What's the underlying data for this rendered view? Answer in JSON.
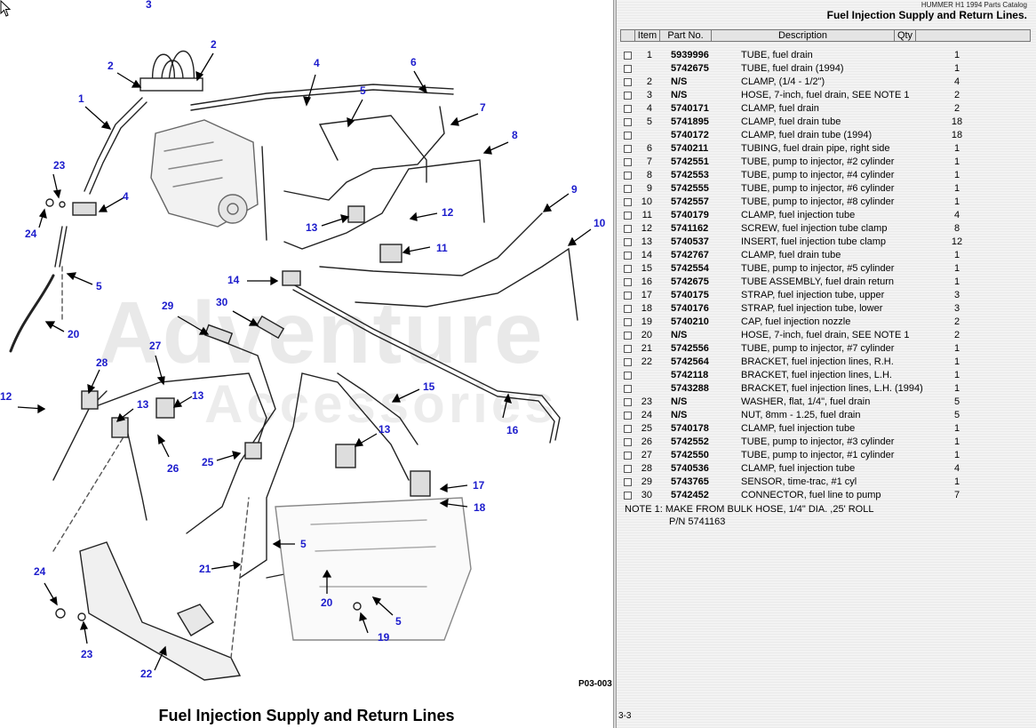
{
  "catalog": {
    "name": "HUMMER H1 1994 Parts Catalog",
    "section_title": "Fuel Injection Supply and Return Lines."
  },
  "figure": {
    "title": "Fuel Injection Supply and Return Lines",
    "code": "P03-003",
    "watermark_line1": "Adventure",
    "watermark_line2": "Accessories",
    "callouts": [
      "3",
      "2",
      "2",
      "4",
      "6",
      "1",
      "5",
      "7",
      "8",
      "23",
      "4",
      "24",
      "13",
      "12",
      "11",
      "9",
      "10",
      "5",
      "14",
      "20",
      "29",
      "30",
      "27",
      "28",
      "15",
      "12",
      "13",
      "13",
      "16",
      "26",
      "25",
      "13",
      "17",
      "18",
      "5",
      "21",
      "20",
      "24",
      "5",
      "23",
      "19",
      "22"
    ]
  },
  "table": {
    "columns": {
      "item": "Item",
      "part": "Part No.",
      "desc": "Description",
      "qty": "Qty"
    },
    "rows": [
      {
        "item": "1",
        "part": "5939996",
        "desc": "TUBE, fuel drain",
        "qty": "1"
      },
      {
        "item": "",
        "part": "5742675",
        "desc": "TUBE, fuel drain (1994)",
        "qty": "1"
      },
      {
        "item": "2",
        "part": "N/S",
        "desc": "CLAMP, (1/4 - 1/2\")",
        "qty": "4"
      },
      {
        "item": "3",
        "part": "N/S",
        "desc": "HOSE, 7-inch, fuel drain, SEE NOTE 1",
        "qty": "2"
      },
      {
        "item": "4",
        "part": "5740171",
        "desc": "CLAMP, fuel drain",
        "qty": "2"
      },
      {
        "item": "5",
        "part": "5741895",
        "desc": "CLAMP, fuel drain tube",
        "qty": "18"
      },
      {
        "item": "",
        "part": "5740172",
        "desc": "CLAMP, fuel drain tube (1994)",
        "qty": "18"
      },
      {
        "item": "6",
        "part": "5740211",
        "desc": "TUBING, fuel drain pipe, right side",
        "qty": "1"
      },
      {
        "item": "7",
        "part": "5742551",
        "desc": "TUBE, pump to injector, #2 cylinder",
        "qty": "1"
      },
      {
        "item": "8",
        "part": "5742553",
        "desc": "TUBE, pump to injector, #4 cylinder",
        "qty": "1"
      },
      {
        "item": "9",
        "part": "5742555",
        "desc": "TUBE, pump to injector, #6 cylinder",
        "qty": "1"
      },
      {
        "item": "10",
        "part": "5742557",
        "desc": "TUBE, pump to injector, #8 cylinder",
        "qty": "1"
      },
      {
        "item": "11",
        "part": "5740179",
        "desc": "CLAMP, fuel injection tube",
        "qty": "4"
      },
      {
        "item": "12",
        "part": "5741162",
        "desc": "SCREW, fuel injection tube clamp",
        "qty": "8"
      },
      {
        "item": "13",
        "part": "5740537",
        "desc": "INSERT, fuel injection tube clamp",
        "qty": "12"
      },
      {
        "item": "14",
        "part": "5742767",
        "desc": "CLAMP, fuel drain tube",
        "qty": "1"
      },
      {
        "item": "15",
        "part": "5742554",
        "desc": "TUBE, pump to injector, #5 cylinder",
        "qty": "1"
      },
      {
        "item": "16",
        "part": "5742675",
        "desc": "TUBE ASSEMBLY, fuel drain return",
        "qty": "1"
      },
      {
        "item": "17",
        "part": "5740175",
        "desc": "STRAP, fuel injection tube, upper",
        "qty": "3"
      },
      {
        "item": "18",
        "part": "5740176",
        "desc": "STRAP, fuel injection tube, lower",
        "qty": "3"
      },
      {
        "item": "19",
        "part": "5740210",
        "desc": "CAP, fuel injection nozzle",
        "qty": "2"
      },
      {
        "item": "20",
        "part": "N/S",
        "desc": "HOSE, 7-inch, fuel drain, SEE NOTE 1",
        "qty": "2"
      },
      {
        "item": "21",
        "part": "5742556",
        "desc": "TUBE, pump to injector, #7 cylinder",
        "qty": "1"
      },
      {
        "item": "22",
        "part": "5742564",
        "desc": "BRACKET, fuel injection lines, R.H.",
        "qty": "1"
      },
      {
        "item": "",
        "part": "5742118",
        "desc": "BRACKET, fuel injection lines, L.H.",
        "qty": "1"
      },
      {
        "item": "",
        "part": "5743288",
        "desc": "BRACKET, fuel injection lines, L.H. (1994)",
        "qty": "1"
      },
      {
        "item": "23",
        "part": "N/S",
        "desc": "WASHER, flat, 1/4\", fuel drain",
        "qty": "5"
      },
      {
        "item": "24",
        "part": "N/S",
        "desc": "NUT, 8mm - 1.25, fuel drain",
        "qty": "5"
      },
      {
        "item": "25",
        "part": "5740178",
        "desc": "CLAMP, fuel injection tube",
        "qty": "1"
      },
      {
        "item": "26",
        "part": "5742552",
        "desc": "TUBE, pump to injector, #3 cylinder",
        "qty": "1"
      },
      {
        "item": "27",
        "part": "5742550",
        "desc": "TUBE, pump to injector, #1 cylinder",
        "qty": "1"
      },
      {
        "item": "28",
        "part": "5740536",
        "desc": "CLAMP, fuel injection tube",
        "qty": "4"
      },
      {
        "item": "29",
        "part": "5743765",
        "desc": "SENSOR, time-trac, #1 cyl",
        "qty": "1"
      },
      {
        "item": "30",
        "part": "5742452",
        "desc": "CONNECTOR, fuel line to pump",
        "qty": "7"
      }
    ],
    "note_line1": "NOTE 1:   MAKE FROM BULK HOSE, 1/4\" DIA. ,25' ROLL",
    "note_line2": "P/N 5741163"
  },
  "page_number": "3-3"
}
